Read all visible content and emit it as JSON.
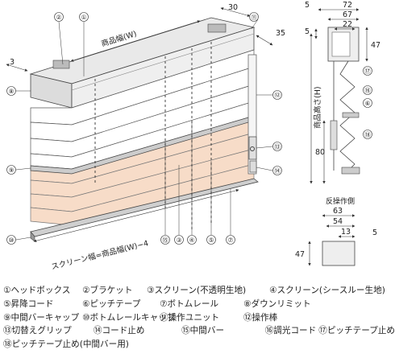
{
  "dimensions": {
    "product_width": "商品幅(W)",
    "d30": "30",
    "d35": "35",
    "d3": "3",
    "d5_top": "5",
    "d72": "72",
    "d67": "67",
    "d22": "22",
    "d5_left": "5",
    "d47_side": "47",
    "product_height": "商品高さ(H)",
    "d80": "80",
    "screen_width": "スクリーン幅=商品幅(W)−4"
  },
  "reverse_side": {
    "title": "反操作側",
    "d63": "63",
    "d54": "54",
    "d13": "13",
    "d5": "5",
    "d47": "47"
  },
  "callouts": [
    "①",
    "②",
    "③",
    "④",
    "⑤",
    "⑥",
    "⑦",
    "⑧",
    "⑨",
    "⑩",
    "⑪",
    "⑫",
    "⑬",
    "⑭",
    "⑮",
    "⑯",
    "⑰",
    "⑱"
  ],
  "legend": {
    "rows": [
      [
        "①ヘッドボックス",
        "②ブラケット",
        "③スクリーン(不透明生地)",
        "④スクリーン(シースルー生地)"
      ],
      [
        "⑤昇降コード",
        "⑥ピッチテープ",
        "⑦ボトムレール",
        "⑧ダウンリミット"
      ],
      [
        "⑨中間バーキャップ",
        "⑩ボトムレールキャップ",
        "⑪操作ユニット",
        "⑫操作棒"
      ],
      [
        "⑬切替えグリップ",
        "⑭コード止め",
        "⑮中間バー",
        "⑯調光コード",
        "⑰ピッチテープ止め"
      ],
      [
        "⑱ピッチテープ止め(中間バー用)"
      ]
    ]
  }
}
